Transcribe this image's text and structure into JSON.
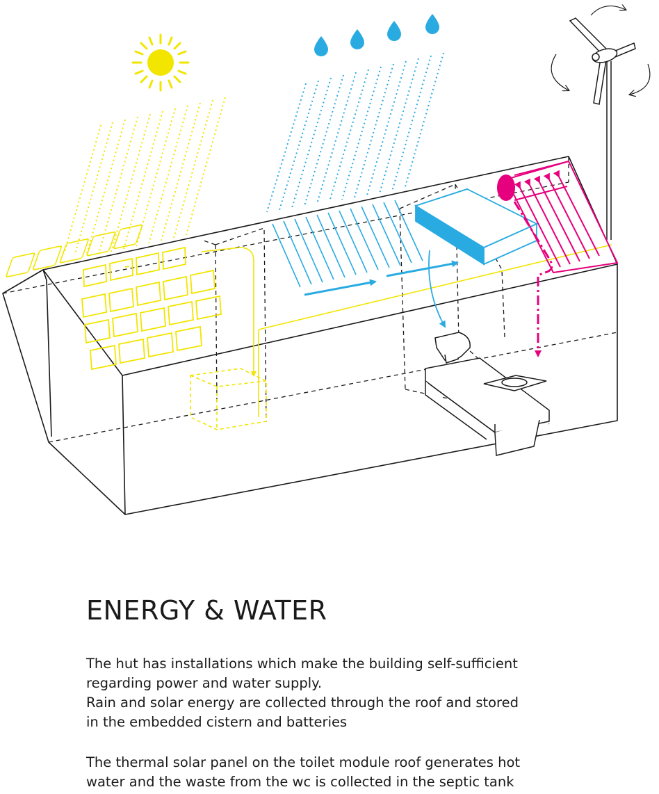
{
  "heading": "ENERGY & WATER",
  "paragraph_1": [
    "The hut has installations which make the building self-sufficient",
    "regarding power and water supply.",
    "Rain and solar energy are collected through the roof and stored",
    "in the embedded cistern and batteries"
  ],
  "paragraph_2": [
    "The thermal solar panel on the toilet module roof generates hot",
    "water and the waste from the wc is collected in the septic tank"
  ],
  "colors": {
    "solar": "#f2e500",
    "rain": "#29abe2",
    "thermal": "#e6007e",
    "outline": "#1a1a1a"
  },
  "icons": [
    "sun-icon",
    "raindrop-icon",
    "wind-turbine-icon",
    "rotation-arrow-icon"
  ]
}
